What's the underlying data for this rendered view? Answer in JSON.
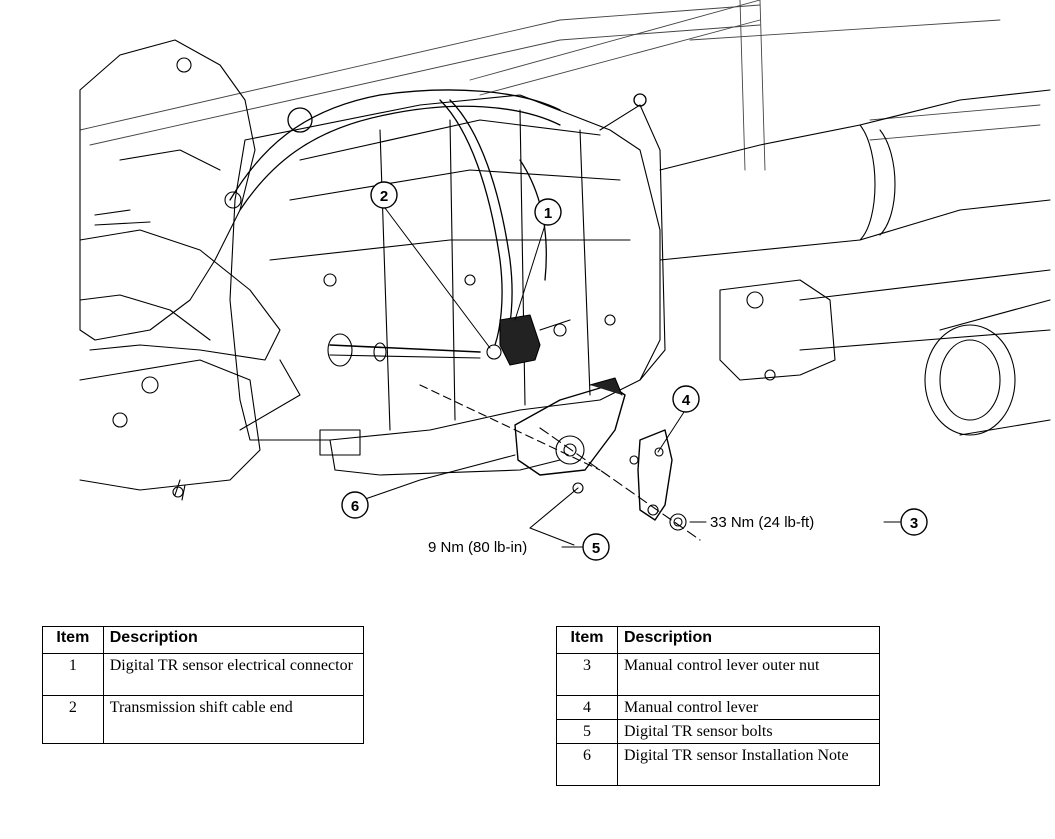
{
  "callouts": {
    "c1": "1",
    "c2": "2",
    "c3": "3",
    "c4": "4",
    "c5": "5",
    "c6": "6"
  },
  "torques": {
    "item3": "33 Nm (24 lb-ft)",
    "item5": "9 Nm (80 lb-in)"
  },
  "table_left": {
    "header_item": "Item",
    "header_description": "Description",
    "rows": [
      {
        "item": "1",
        "description": "Digital TR sensor electrical connector"
      },
      {
        "item": "2",
        "description": "Transmission shift cable end"
      }
    ]
  },
  "table_right": {
    "header_item": "Item",
    "header_description": "Description",
    "rows": [
      {
        "item": "3",
        "description": "Manual control lever outer nut"
      },
      {
        "item": "4",
        "description": "Manual control lever"
      },
      {
        "item": "5",
        "description": "Digital TR sensor bolts"
      },
      {
        "item": "6",
        "description": "Digital TR sensor Installation Note"
      }
    ]
  }
}
